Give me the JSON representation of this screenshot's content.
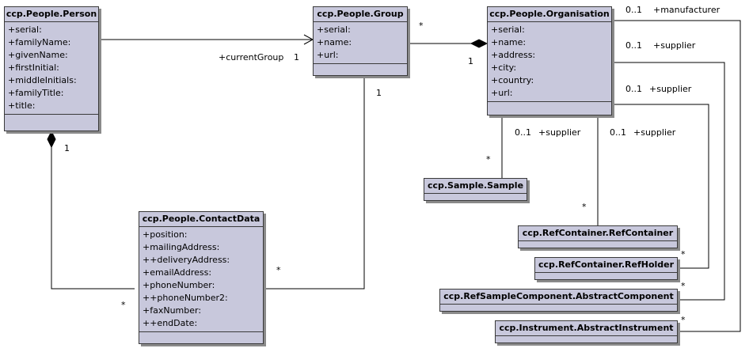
{
  "classes": {
    "person": {
      "title": "ccp.People.Person",
      "attrs": [
        "+serial:",
        "+familyName:",
        "+givenName:",
        "+firstInitial:",
        "+middleInitials:",
        "+familyTitle:",
        "+title:"
      ]
    },
    "group": {
      "title": "ccp.People.Group",
      "attrs": [
        "+serial:",
        "+name:",
        "+url:"
      ]
    },
    "organisation": {
      "title": "ccp.People.Organisation",
      "attrs": [
        "+serial:",
        "+name:",
        "+address:",
        "+city:",
        "+country:",
        "+url:"
      ]
    },
    "contactdata": {
      "title": "ccp.People.ContactData",
      "attrs": [
        "+position:",
        "+mailingAddress:",
        "++deliveryAddress:",
        "+emailAddress:",
        "+phoneNumber:",
        "++phoneNumber2:",
        "+faxNumber:",
        "++endDate:"
      ]
    },
    "sample": {
      "title": "ccp.Sample.Sample",
      "attrs": []
    },
    "refcontainer": {
      "title": "ccp.RefContainer.RefContainer",
      "attrs": []
    },
    "refholder": {
      "title": "ccp.RefContainer.RefHolder",
      "attrs": []
    },
    "abstractcomponent": {
      "title": "ccp.RefSampleComponent.AbstractComponent",
      "attrs": []
    },
    "abstractinstrument": {
      "title": "ccp.Instrument.AbstractInstrument",
      "attrs": []
    }
  },
  "labels": {
    "current_group_role": "+currentGroup",
    "current_group_mult": "1",
    "group_org_star": "*",
    "group_org_one": "1",
    "person_one": "1",
    "group_bottom_one": "1",
    "cd_star_right": "*",
    "cd_star_left": "*",
    "manufacturer_mult": "0..1",
    "manufacturer_role": "+manufacturer",
    "supplier1_mult": "0..1",
    "supplier1_role": "+supplier",
    "supplier2_mult": "0..1",
    "supplier2_role": "+supplier",
    "sample_sup_mult": "0..1",
    "sample_sup_role": "+supplier",
    "sample_star": "*",
    "refc_sup_mult": "0..1",
    "refc_sup_role": "+supplier",
    "refc_star": "*",
    "refholder_star": "*",
    "component_star": "*",
    "instrument_star": "*"
  },
  "colors": {
    "class_fill": "#c8c8dc",
    "border": "#3a3a3a",
    "line": "#000000"
  }
}
